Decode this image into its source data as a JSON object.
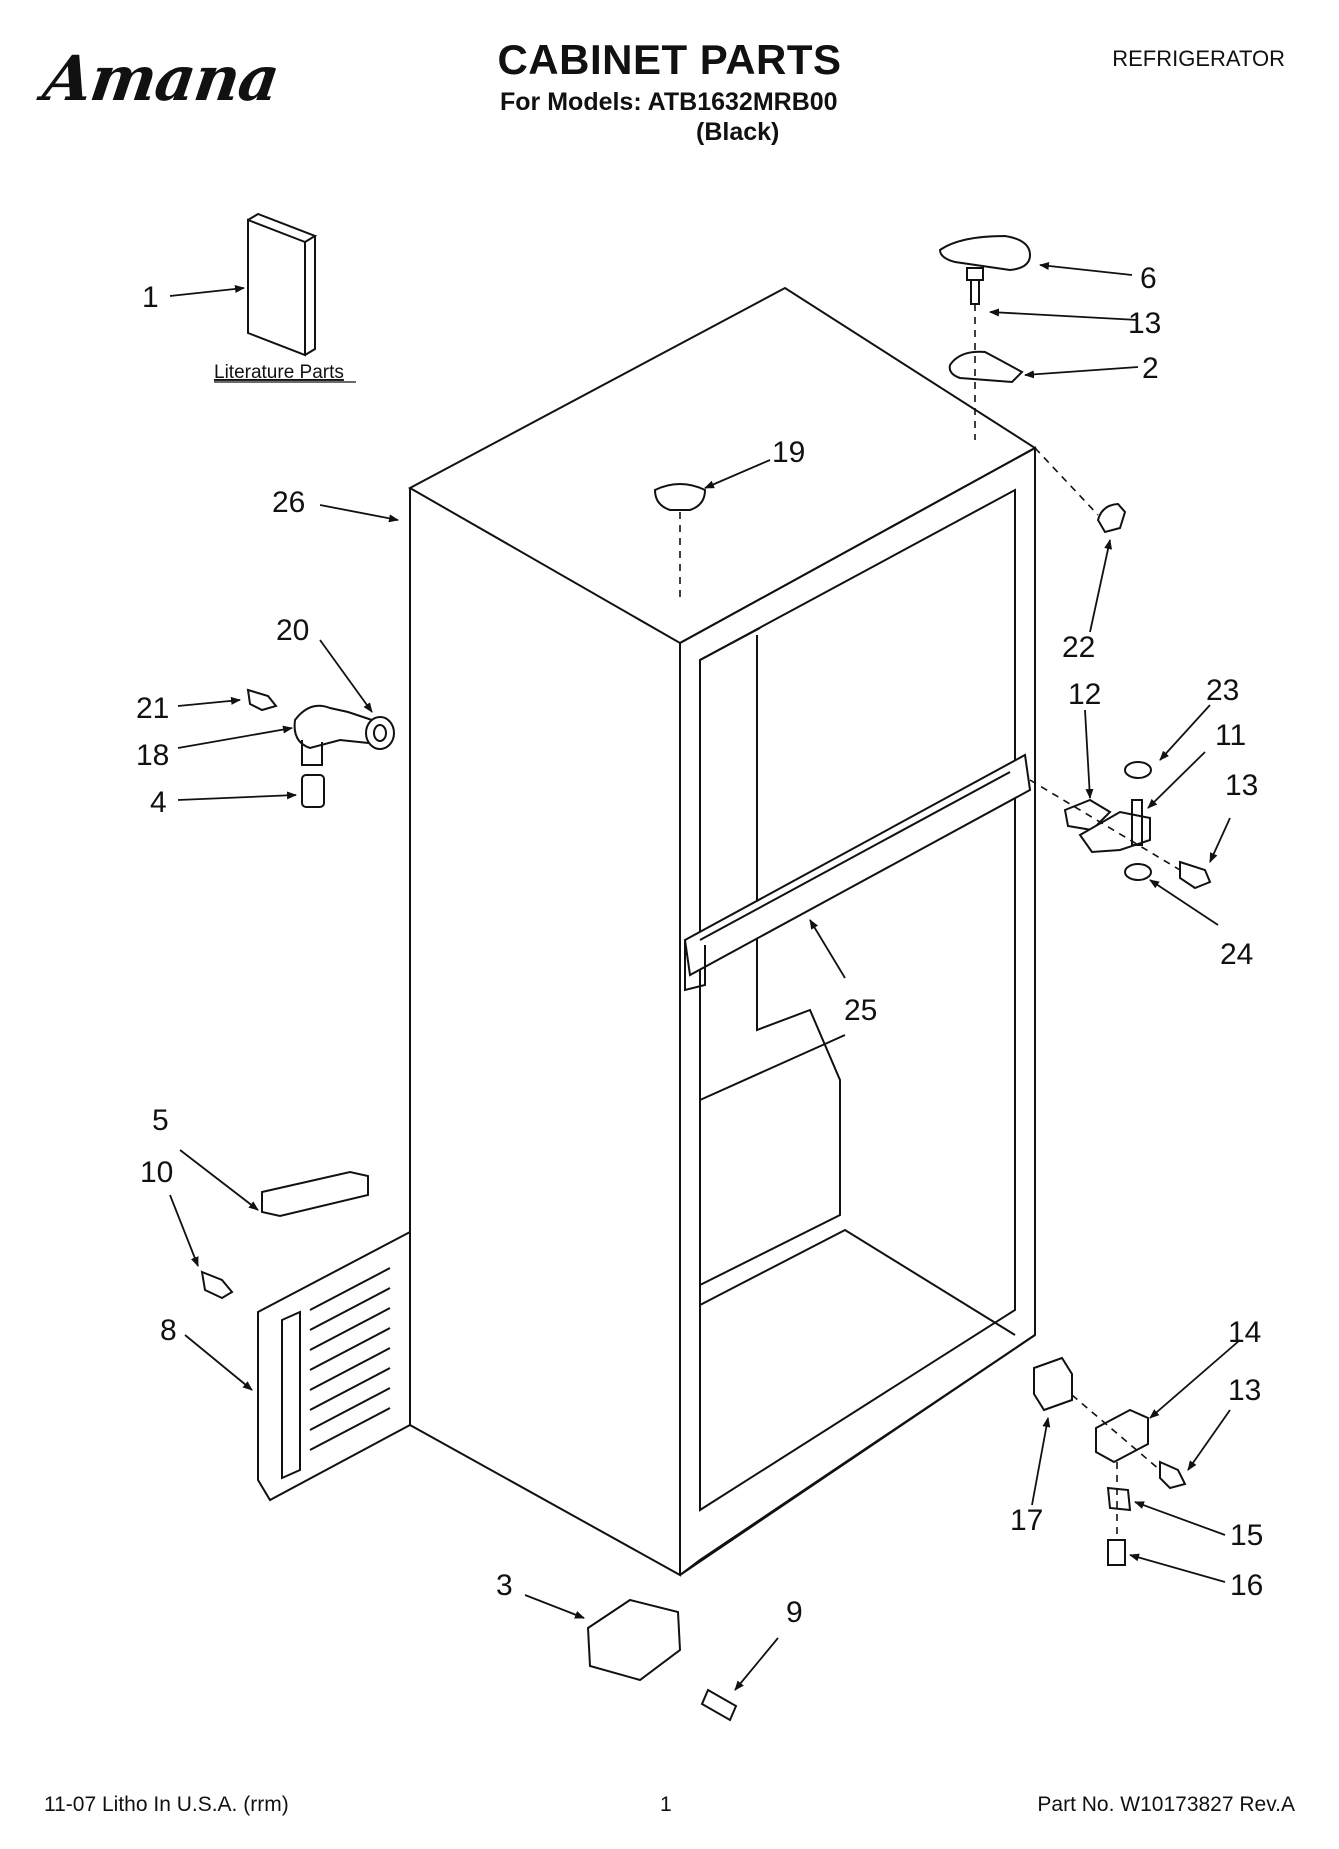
{
  "header": {
    "brand": "Amana",
    "title": "CABINET PARTS",
    "models": "For Models: ATB1632MRB00",
    "color": "(Black)",
    "doc_type": "REFRIGERATOR"
  },
  "footer": {
    "left": "11-07 Litho In U.S.A. (rrm)",
    "page": "1",
    "part_no": "Part No. W10173827 Rev.A"
  },
  "diagram": {
    "literature_label": "Literature Parts",
    "callouts": {
      "c1": "1",
      "c2": "2",
      "c3": "3",
      "c4": "4",
      "c5": "5",
      "c6": "6",
      "c8": "8",
      "c9": "9",
      "c10": "10",
      "c11": "11",
      "c12": "12",
      "c13a": "13",
      "c13b": "13",
      "c13c": "13",
      "c14": "14",
      "c15": "15",
      "c16": "16",
      "c17": "17",
      "c18": "18",
      "c19": "19",
      "c20": "20",
      "c21": "21",
      "c22": "22",
      "c23": "23",
      "c24": "24",
      "c25": "25",
      "c26": "26"
    }
  }
}
